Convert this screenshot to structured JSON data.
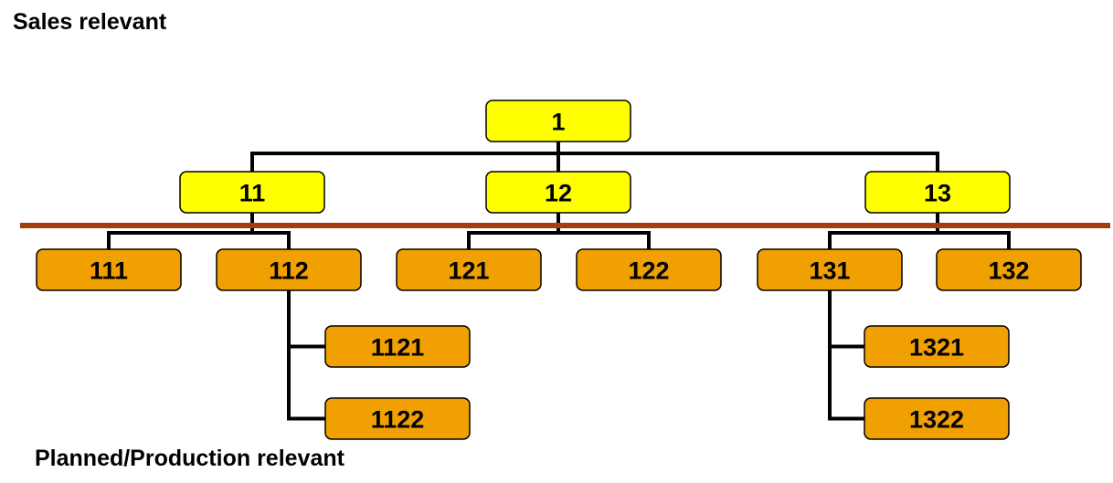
{
  "captions": {
    "top": "Sales relevant",
    "bottom": "Planned/Production relevant"
  },
  "colors": {
    "sales_node": "#ffff00",
    "production_node": "#f0a000",
    "node_border": "#000000",
    "connector": "#000000",
    "divider": "#a53c0a"
  },
  "nodes": [
    {
      "id": "1",
      "label": "1",
      "parent": null,
      "level": "sales"
    },
    {
      "id": "11",
      "label": "11",
      "parent": "1",
      "level": "sales"
    },
    {
      "id": "12",
      "label": "12",
      "parent": "1",
      "level": "sales"
    },
    {
      "id": "13",
      "label": "13",
      "parent": "1",
      "level": "sales"
    },
    {
      "id": "111",
      "label": "111",
      "parent": "11",
      "level": "production"
    },
    {
      "id": "112",
      "label": "112",
      "parent": "11",
      "level": "production"
    },
    {
      "id": "121",
      "label": "121",
      "parent": "12",
      "level": "production"
    },
    {
      "id": "122",
      "label": "122",
      "parent": "12",
      "level": "production"
    },
    {
      "id": "131",
      "label": "131",
      "parent": "13",
      "level": "production"
    },
    {
      "id": "132",
      "label": "132",
      "parent": "13",
      "level": "production"
    },
    {
      "id": "1121",
      "label": "1121",
      "parent": "112",
      "level": "production"
    },
    {
      "id": "1122",
      "label": "1122",
      "parent": "112",
      "level": "production"
    },
    {
      "id": "1321",
      "label": "1321",
      "parent": "131",
      "level": "production"
    },
    {
      "id": "1322",
      "label": "1322",
      "parent": "131",
      "level": "production"
    }
  ]
}
